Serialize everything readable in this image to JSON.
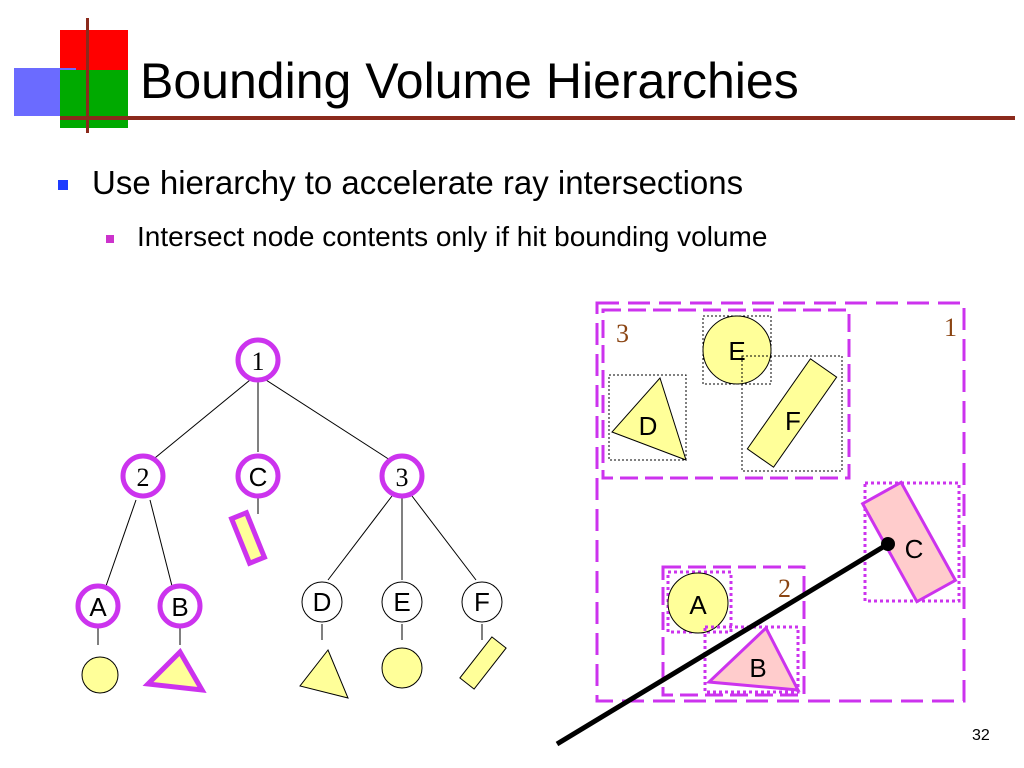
{
  "title": "Bounding Volume Hierarchies",
  "bullets": [
    {
      "text": "Use hierarchy to accelerate ray intersections"
    },
    {
      "text": "Intersect node contents only if hit bounding volume"
    }
  ],
  "tree": {
    "root": "1",
    "level2": [
      "2",
      "C",
      "3"
    ],
    "leaves": [
      "A",
      "B",
      "D",
      "E",
      "F"
    ]
  },
  "scene": {
    "box_labels": [
      "1",
      "2",
      "3"
    ],
    "object_labels": [
      "A",
      "B",
      "C",
      "D",
      "E",
      "F"
    ]
  },
  "page_number": "32",
  "colors": {
    "accent_border": "#cc33ee",
    "shape_fill": "#ffff99",
    "hit_fill": "#ffcccc",
    "box_number": "#8b4513",
    "title_rule": "#8b2a1c"
  }
}
